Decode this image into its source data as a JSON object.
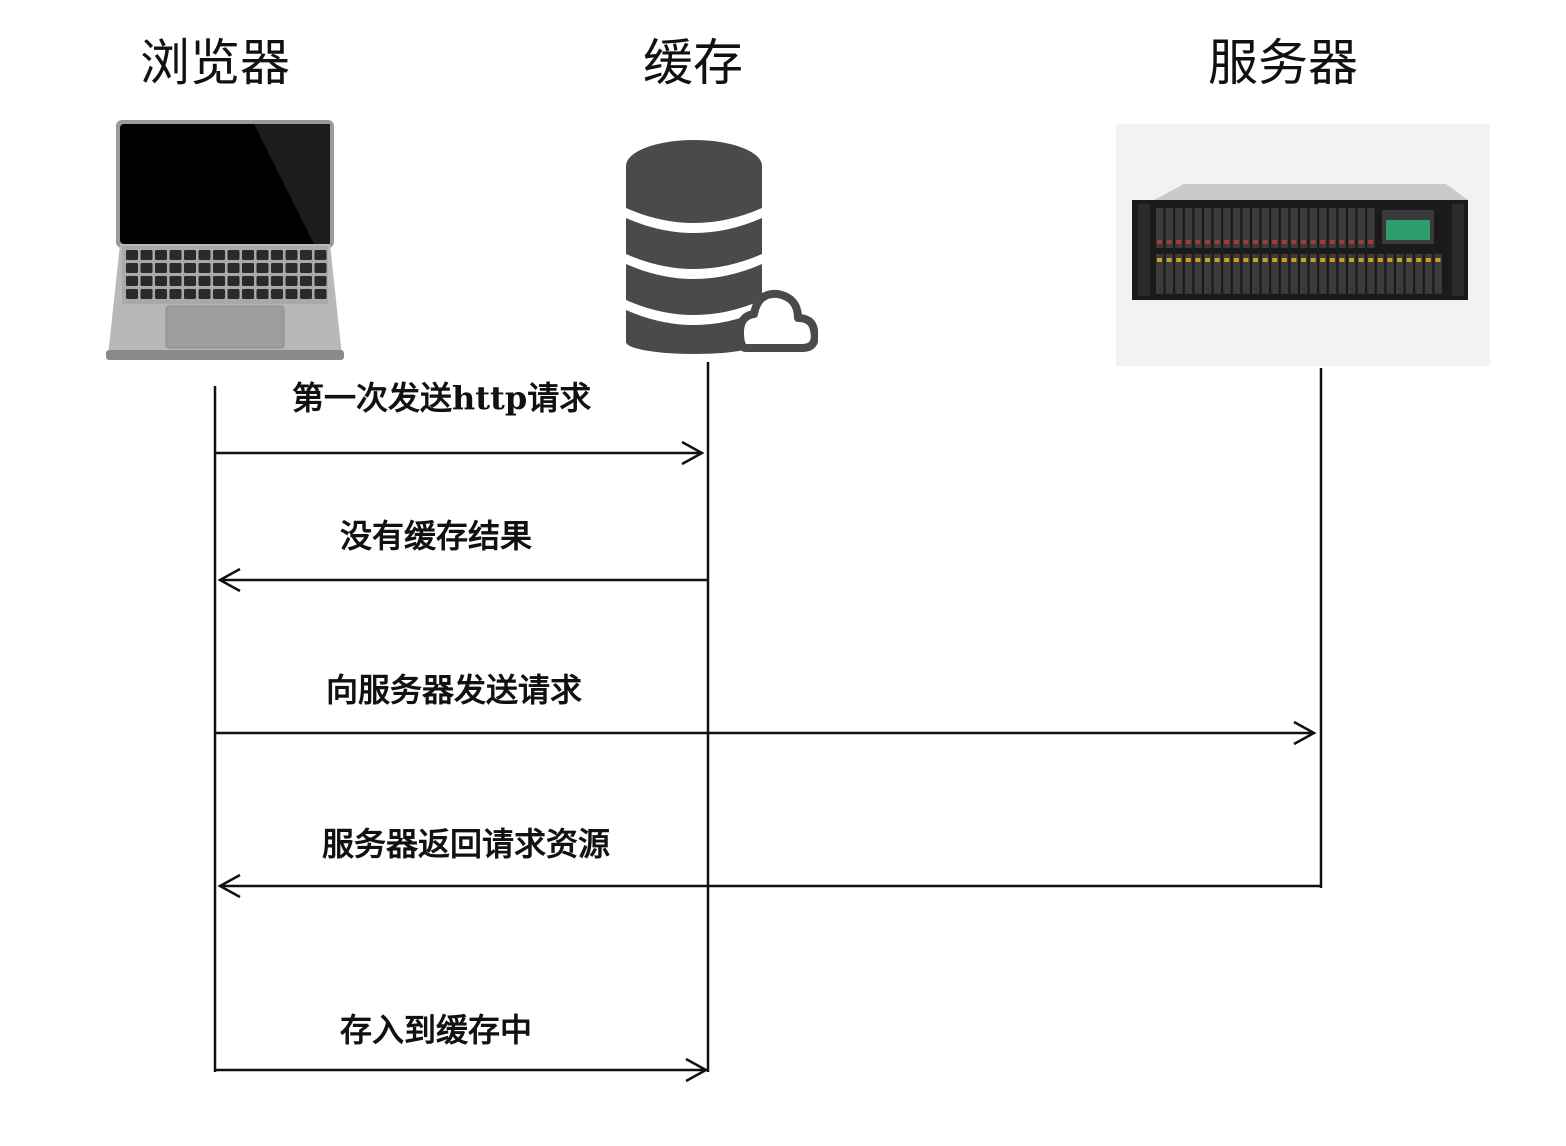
{
  "actors": {
    "browser": {
      "title": "浏览器",
      "icon": "laptop-icon"
    },
    "cache": {
      "title": "缓存",
      "icon": "database-cloud-icon"
    },
    "server": {
      "title": "服务器",
      "icon": "rack-server-icon"
    }
  },
  "messages": [
    {
      "label": "第一次发送http请求",
      "from": "browser",
      "to": "cache"
    },
    {
      "label": "没有缓存结果",
      "from": "cache",
      "to": "browser"
    },
    {
      "label": "向服务器发送请求",
      "from": "browser",
      "to": "server"
    },
    {
      "label": "服务器返回请求资源",
      "from": "server",
      "to": "browser"
    },
    {
      "label": "存入到缓存中",
      "from": "browser",
      "to": "cache"
    }
  ],
  "colors": {
    "line": "#111111",
    "icon_dark": "#4a4a4a",
    "server_bg": "#f2f2f2"
  }
}
